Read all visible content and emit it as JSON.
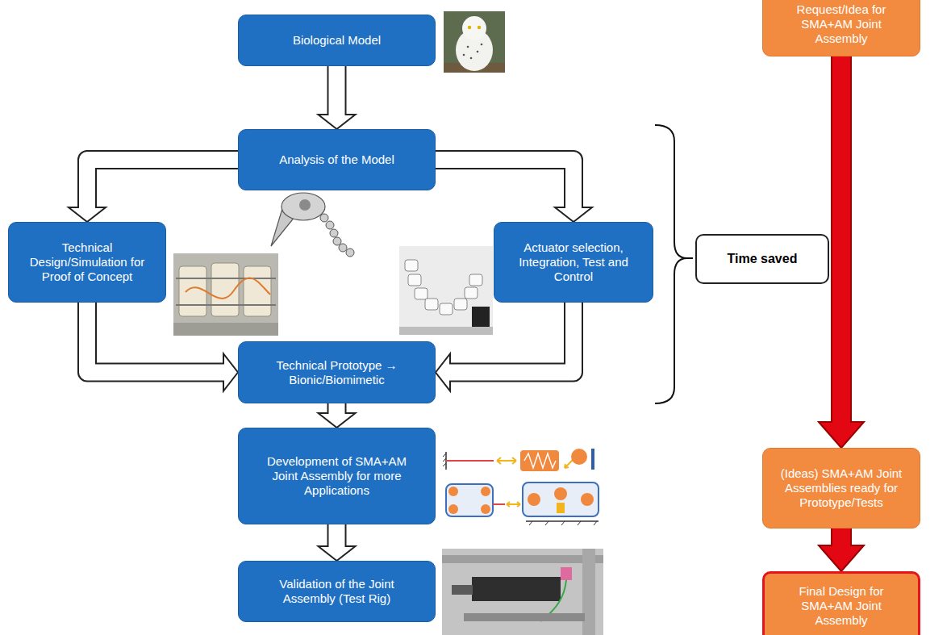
{
  "diagram": {
    "nodes": [
      {
        "text": [
          "Biological Model"
        ]
      },
      {
        "text": [
          "Analysis of the Model"
        ]
      },
      {
        "text": [
          "Technical Design/Simulation for Proof of Concept"
        ]
      },
      {
        "text": [
          "Actuator selection, Integration, Test and Control"
        ]
      },
      {
        "text": [
          "Technical Prototype → Bionic/Biomimetic"
        ]
      },
      {
        "text": [
          "Development of SMA+AM Joint Assembly for more Applications"
        ]
      },
      {
        "text": [
          "Validation of the Joint Assembly (Test Rig)"
        ]
      },
      {
        "text": [
          "Time saved"
        ]
      },
      {
        "text": [
          "Request/Idea for SMA+AM Joint Assembly"
        ]
      },
      {
        "text": [
          "(Ideas) SMA+AM Joint Assemblies ready for Prototype/Tests"
        ]
      },
      {
        "text": [
          "Final Design for SMA+AM Joint Assembly"
        ]
      }
    ],
    "edges": [
      {
        "from": 0,
        "to": 1,
        "arrow": "to"
      },
      {
        "from": 1,
        "to": 2,
        "arrow": "to"
      },
      {
        "from": 1,
        "to": 3,
        "arrow": "to"
      },
      {
        "from": 2,
        "to": 4,
        "arrow": "to"
      },
      {
        "from": 3,
        "to": 4,
        "arrow": "to"
      },
      {
        "from": 4,
        "to": 5,
        "arrow": "to"
      },
      {
        "from": 5,
        "to": 6,
        "arrow": "to"
      },
      {
        "from": 8,
        "to": 9,
        "arrow": "to"
      },
      {
        "from": 9,
        "to": 10,
        "arrow": "to"
      }
    ]
  }
}
